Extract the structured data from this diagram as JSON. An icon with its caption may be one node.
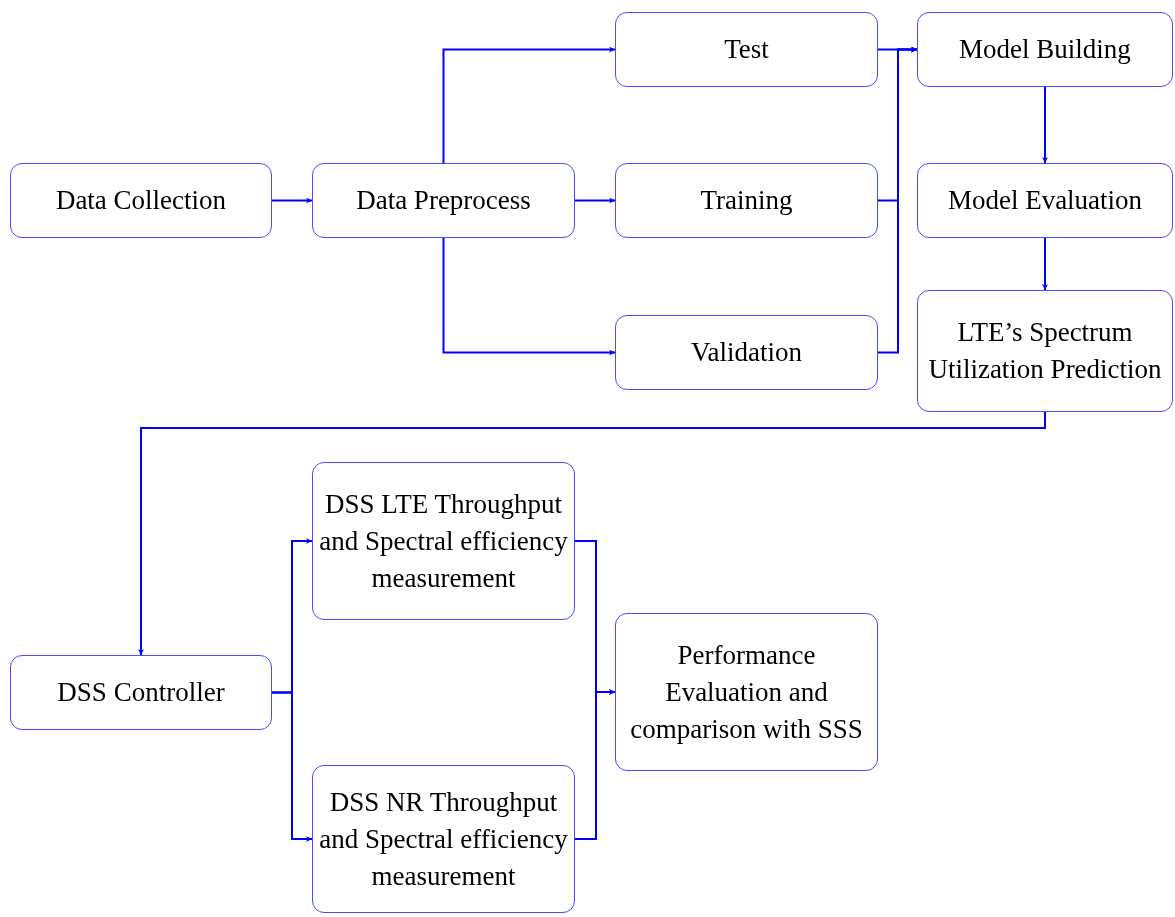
{
  "diagram": {
    "nodes": [
      {
        "text": [
          "Data Collection"
        ]
      },
      {
        "text": [
          "Data Preprocess"
        ]
      },
      {
        "text": [
          "Test"
        ]
      },
      {
        "text": [
          "Training"
        ]
      },
      {
        "text": [
          "Validation"
        ]
      },
      {
        "text": [
          "Model Building"
        ]
      },
      {
        "text": [
          "Model Evaluation"
        ]
      },
      {
        "text": [
          "LTE’s Spectrum Utilization Prediction"
        ]
      },
      {
        "text": [
          "DSS Controller"
        ]
      },
      {
        "text": [
          "DSS LTE Throughput and Spectral efficiency measurement"
        ]
      },
      {
        "text": [
          "Performance Evaluation and comparison with SSS"
        ]
      },
      {
        "text": [
          "DSS NR Throughput and Spectral efficiency measurement"
        ]
      }
    ],
    "edges": [
      {
        "from": 0,
        "to": 1,
        "arrow": "to"
      },
      {
        "from": 1,
        "to": 2,
        "arrow": "to"
      },
      {
        "from": 1,
        "to": 3,
        "arrow": "to"
      },
      {
        "from": 1,
        "to": 4,
        "arrow": "to"
      },
      {
        "from": 2,
        "to": 5,
        "arrow": "to"
      },
      {
        "from": 3,
        "to": 5,
        "arrow": "to"
      },
      {
        "from": 4,
        "to": 5,
        "arrow": "to"
      },
      {
        "from": 5,
        "to": 6,
        "arrow": "to"
      },
      {
        "from": 6,
        "to": 7,
        "arrow": "to"
      },
      {
        "from": 7,
        "to": 8,
        "arrow": "to"
      },
      {
        "from": 8,
        "to": 9,
        "arrow": "to"
      },
      {
        "from": 8,
        "to": 11,
        "arrow": "to"
      },
      {
        "from": 9,
        "to": 10,
        "arrow": "to"
      },
      {
        "from": 11,
        "to": 10,
        "arrow": "to"
      }
    ]
  }
}
